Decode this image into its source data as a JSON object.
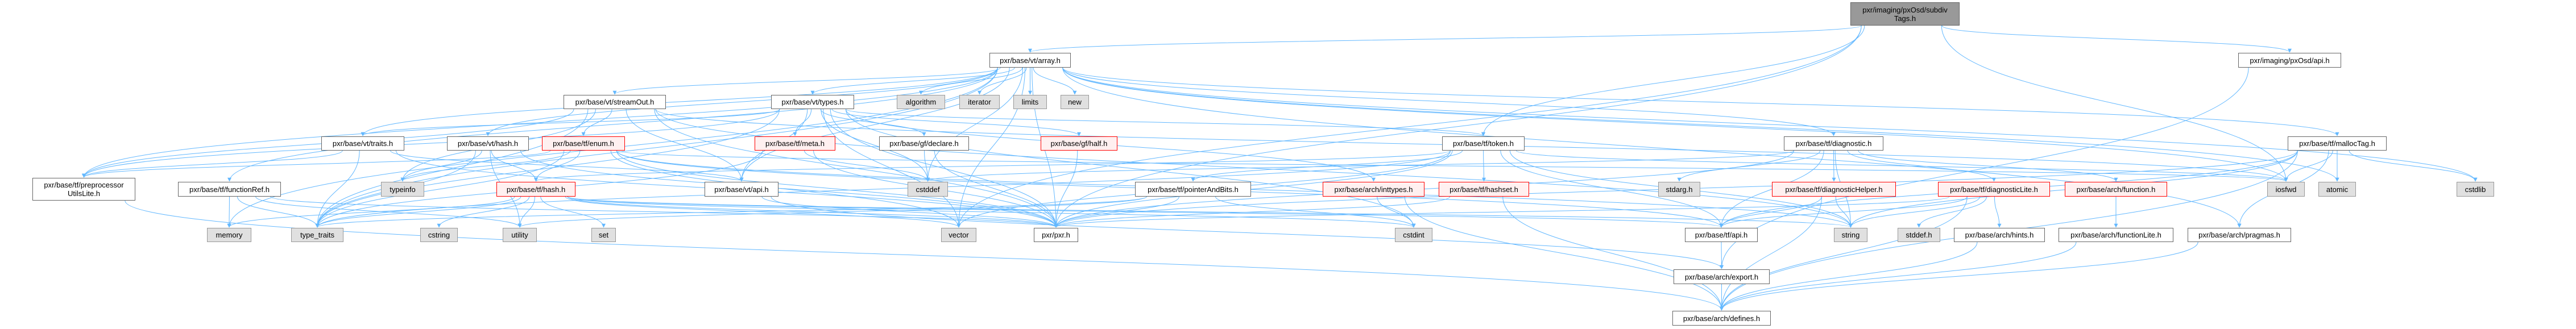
{
  "graph": {
    "title": "pxr/imaging/pxOsd/subdivTags.h include dependency graph",
    "colors": {
      "edge": "#63b8ff",
      "root_fill": "#999999",
      "red_border": "#ff0000",
      "red_fill": "#fff0f0",
      "sys_fill": "#e0e0e0"
    },
    "nodes": [
      {
        "id": "subdivTags",
        "label": "pxr/imaging/pxOsd/subdiv\nTags.h",
        "kind": "root"
      },
      {
        "id": "array",
        "label": "pxr/base/vt/array.h",
        "kind": "file"
      },
      {
        "id": "pxosdapi",
        "label": "pxr/imaging/pxOsd/api.h",
        "kind": "file"
      },
      {
        "id": "streamOut",
        "label": "pxr/base/vt/streamOut.h",
        "kind": "file"
      },
      {
        "id": "types",
        "label": "pxr/base/vt/types.h",
        "kind": "file"
      },
      {
        "id": "algorithm",
        "label": "algorithm",
        "kind": "sys"
      },
      {
        "id": "iterator",
        "label": "iterator",
        "kind": "sys"
      },
      {
        "id": "limits",
        "label": "limits",
        "kind": "sys"
      },
      {
        "id": "new",
        "label": "new",
        "kind": "sys"
      },
      {
        "id": "traits",
        "label": "pxr/base/vt/traits.h",
        "kind": "file"
      },
      {
        "id": "vthash",
        "label": "pxr/base/vt/hash.h",
        "kind": "file"
      },
      {
        "id": "enum",
        "label": "pxr/base/tf/enum.h",
        "kind": "red"
      },
      {
        "id": "meta",
        "label": "pxr/base/tf/meta.h",
        "kind": "red"
      },
      {
        "id": "declare",
        "label": "pxr/base/gf/declare.h",
        "kind": "file"
      },
      {
        "id": "half",
        "label": "pxr/base/gf/half.h",
        "kind": "red"
      },
      {
        "id": "token",
        "label": "pxr/base/tf/token.h",
        "kind": "file"
      },
      {
        "id": "diagnostic",
        "label": "pxr/base/tf/diagnostic.h",
        "kind": "file"
      },
      {
        "id": "mallocTag",
        "label": "pxr/base/tf/mallocTag.h",
        "kind": "file"
      },
      {
        "id": "preproc",
        "label": "pxr/base/tf/preprocessor\nUtilsLite.h",
        "kind": "file"
      },
      {
        "id": "functionRef",
        "label": "pxr/base/tf/functionRef.h",
        "kind": "file"
      },
      {
        "id": "typeinfo",
        "label": "typeinfo",
        "kind": "sys"
      },
      {
        "id": "tfhash",
        "label": "pxr/base/tf/hash.h",
        "kind": "red"
      },
      {
        "id": "vtapi",
        "label": "pxr/base/vt/api.h",
        "kind": "file"
      },
      {
        "id": "cstddef",
        "label": "cstddef",
        "kind": "sys"
      },
      {
        "id": "pointerAndBits",
        "label": "pxr/base/tf/pointerAndBits.h",
        "kind": "file"
      },
      {
        "id": "inttypes",
        "label": "pxr/base/arch/inttypes.h",
        "kind": "red"
      },
      {
        "id": "hashset",
        "label": "pxr/base/tf/hashset.h",
        "kind": "red"
      },
      {
        "id": "stdarg",
        "label": "stdarg.h",
        "kind": "sys"
      },
      {
        "id": "diagHelper",
        "label": "pxr/base/tf/diagnosticHelper.h",
        "kind": "red"
      },
      {
        "id": "diagLite",
        "label": "pxr/base/tf/diagnosticLite.h",
        "kind": "red"
      },
      {
        "id": "function",
        "label": "pxr/base/arch/function.h",
        "kind": "red"
      },
      {
        "id": "iosfwd",
        "label": "iosfwd",
        "kind": "sys"
      },
      {
        "id": "atomic",
        "label": "atomic",
        "kind": "sys"
      },
      {
        "id": "cstdlib",
        "label": "cstdlib",
        "kind": "sys"
      },
      {
        "id": "memory",
        "label": "memory",
        "kind": "sys"
      },
      {
        "id": "type_traits",
        "label": "type_traits",
        "kind": "sys"
      },
      {
        "id": "cstring",
        "label": "cstring",
        "kind": "sys"
      },
      {
        "id": "utility",
        "label": "utility",
        "kind": "sys"
      },
      {
        "id": "set",
        "label": "set",
        "kind": "sys"
      },
      {
        "id": "vector",
        "label": "vector",
        "kind": "sys"
      },
      {
        "id": "pxr",
        "label": "pxr/pxr.h",
        "kind": "file"
      },
      {
        "id": "cstdint",
        "label": "cstdint",
        "kind": "sys"
      },
      {
        "id": "tfapi",
        "label": "pxr/base/tf/api.h",
        "kind": "file"
      },
      {
        "id": "string",
        "label": "string",
        "kind": "sys"
      },
      {
        "id": "stddef",
        "label": "stddef.h",
        "kind": "sys"
      },
      {
        "id": "hints",
        "label": "pxr/base/arch/hints.h",
        "kind": "file"
      },
      {
        "id": "functionLite",
        "label": "pxr/base/arch/functionLite.h",
        "kind": "file"
      },
      {
        "id": "pragmas",
        "label": "pxr/base/arch/pragmas.h",
        "kind": "file"
      },
      {
        "id": "export",
        "label": "pxr/base/arch/export.h",
        "kind": "file"
      },
      {
        "id": "defines",
        "label": "pxr/base/arch/defines.h",
        "kind": "file"
      }
    ],
    "edges": [
      [
        "subdivTags",
        "array"
      ],
      [
        "subdivTags",
        "pxosdapi"
      ],
      [
        "subdivTags",
        "token"
      ],
      [
        "subdivTags",
        "iosfwd"
      ],
      [
        "subdivTags",
        "vector"
      ],
      [
        "subdivTags",
        "pxr"
      ],
      [
        "array",
        "pxr"
      ],
      [
        "array",
        "streamOut"
      ],
      [
        "array",
        "types"
      ],
      [
        "array",
        "algorithm"
      ],
      [
        "array",
        "iterator"
      ],
      [
        "array",
        "limits"
      ],
      [
        "array",
        "new"
      ],
      [
        "array",
        "traits"
      ],
      [
        "array",
        "vthash"
      ],
      [
        "array",
        "functionRef"
      ],
      [
        "array",
        "preproc"
      ],
      [
        "array",
        "memory"
      ],
      [
        "array",
        "type_traits"
      ],
      [
        "array",
        "cstddef"
      ],
      [
        "array",
        "vtapi"
      ],
      [
        "array",
        "diagnostic"
      ],
      [
        "array",
        "mallocTag"
      ],
      [
        "array",
        "iosfwd"
      ],
      [
        "array",
        "atomic"
      ],
      [
        "array",
        "cstdlib"
      ],
      [
        "array",
        "pragmas"
      ],
      [
        "array",
        "vector"
      ],
      [
        "pxosdapi",
        "export"
      ],
      [
        "streamOut",
        "enum"
      ],
      [
        "streamOut",
        "vtapi"
      ],
      [
        "streamOut",
        "iosfwd"
      ],
      [
        "streamOut",
        "type_traits"
      ],
      [
        "streamOut",
        "preproc"
      ],
      [
        "streamOut",
        "pxr"
      ],
      [
        "streamOut",
        "typeinfo"
      ],
      [
        "streamOut",
        "string"
      ],
      [
        "types",
        "meta"
      ],
      [
        "types",
        "declare"
      ],
      [
        "types",
        "half"
      ],
      [
        "types",
        "vtapi"
      ],
      [
        "types",
        "traits"
      ],
      [
        "types",
        "token"
      ],
      [
        "types",
        "pxr"
      ],
      [
        "types",
        "cstddef"
      ],
      [
        "types",
        "cstdint"
      ],
      [
        "types",
        "inttypes"
      ],
      [
        "types",
        "vector"
      ],
      [
        "types",
        "preproc"
      ],
      [
        "types",
        "type_traits"
      ],
      [
        "traits",
        "type_traits"
      ],
      [
        "traits",
        "preproc"
      ],
      [
        "traits",
        "pxr"
      ],
      [
        "traits",
        "vtapi"
      ],
      [
        "vthash",
        "tfhash"
      ],
      [
        "vthash",
        "typeinfo"
      ],
      [
        "vthash",
        "utility"
      ],
      [
        "vthash",
        "type_traits"
      ],
      [
        "vthash",
        "pxr"
      ],
      [
        "enum",
        "tfhash"
      ],
      [
        "enum",
        "preproc"
      ],
      [
        "enum",
        "pxr"
      ],
      [
        "enum",
        "vector"
      ],
      [
        "enum",
        "string"
      ],
      [
        "enum",
        "type_traits"
      ],
      [
        "enum",
        "typeinfo"
      ],
      [
        "enum",
        "iosfwd"
      ],
      [
        "enum",
        "tfapi"
      ],
      [
        "meta",
        "type_traits"
      ],
      [
        "meta",
        "cstddef"
      ],
      [
        "meta",
        "pxr"
      ],
      [
        "declare",
        "cstddef"
      ],
      [
        "declare",
        "pxr"
      ],
      [
        "half",
        "pxr"
      ],
      [
        "token",
        "hashset"
      ],
      [
        "token",
        "pointerAndBits"
      ],
      [
        "token",
        "tfapi"
      ],
      [
        "token",
        "tfhash"
      ],
      [
        "token",
        "pxr"
      ],
      [
        "token",
        "string"
      ],
      [
        "token",
        "vector"
      ],
      [
        "token",
        "iosfwd"
      ],
      [
        "token",
        "type_traits"
      ],
      [
        "diagnostic",
        "stdarg"
      ],
      [
        "diagnostic",
        "diagHelper"
      ],
      [
        "diagnostic",
        "diagLite"
      ],
      [
        "diagnostic",
        "tfapi"
      ],
      [
        "diagnostic",
        "string"
      ],
      [
        "diagnostic",
        "pxr"
      ],
      [
        "diagnostic",
        "cstddef"
      ],
      [
        "diagnostic",
        "function"
      ],
      [
        "mallocTag",
        "iosfwd"
      ],
      [
        "mallocTag",
        "atomic"
      ],
      [
        "mallocTag",
        "cstdlib"
      ],
      [
        "mallocTag",
        "tfapi"
      ],
      [
        "mallocTag",
        "string"
      ],
      [
        "mallocTag",
        "pxr"
      ],
      [
        "mallocTag",
        "pragmas"
      ],
      [
        "mallocTag",
        "defines"
      ],
      [
        "tfhash",
        "memory"
      ],
      [
        "tfhash",
        "utility"
      ],
      [
        "tfhash",
        "set"
      ],
      [
        "tfhash",
        "vector"
      ],
      [
        "tfhash",
        "string"
      ],
      [
        "tfhash",
        "cstring"
      ],
      [
        "tfhash",
        "type_traits"
      ],
      [
        "tfhash",
        "tfapi"
      ],
      [
        "tfhash",
        "pxr"
      ],
      [
        "tfhash",
        "cstdint"
      ],
      [
        "functionRef",
        "memory"
      ],
      [
        "functionRef",
        "type_traits"
      ],
      [
        "functionRef",
        "utility"
      ],
      [
        "functionRef",
        "pxr"
      ],
      [
        "preproc",
        "defines"
      ],
      [
        "vtapi",
        "pxr"
      ],
      [
        "vtapi",
        "export"
      ],
      [
        "pointerAndBits",
        "pxr"
      ],
      [
        "pointerAndBits",
        "cstdint"
      ],
      [
        "pointerAndBits",
        "utility"
      ],
      [
        "pointerAndBits",
        "type_traits"
      ],
      [
        "inttypes",
        "cstdint"
      ],
      [
        "inttypes",
        "defines"
      ],
      [
        "hashset",
        "pxr"
      ],
      [
        "hashset",
        "defines"
      ],
      [
        "diagHelper",
        "tfapi"
      ],
      [
        "diagHelper",
        "string"
      ],
      [
        "diagHelper",
        "defines"
      ],
      [
        "diagLite",
        "tfapi"
      ],
      [
        "diagLite",
        "stddef"
      ],
      [
        "diagLite",
        "hints"
      ],
      [
        "diagLite",
        "string"
      ],
      [
        "diagLite",
        "pxr"
      ],
      [
        "diagLite",
        "defines"
      ],
      [
        "function",
        "functionLite"
      ],
      [
        "functionLite",
        "defines"
      ],
      [
        "pragmas",
        "defines"
      ],
      [
        "hints",
        "defines"
      ],
      [
        "tfapi",
        "export"
      ],
      [
        "export",
        "defines"
      ]
    ]
  }
}
